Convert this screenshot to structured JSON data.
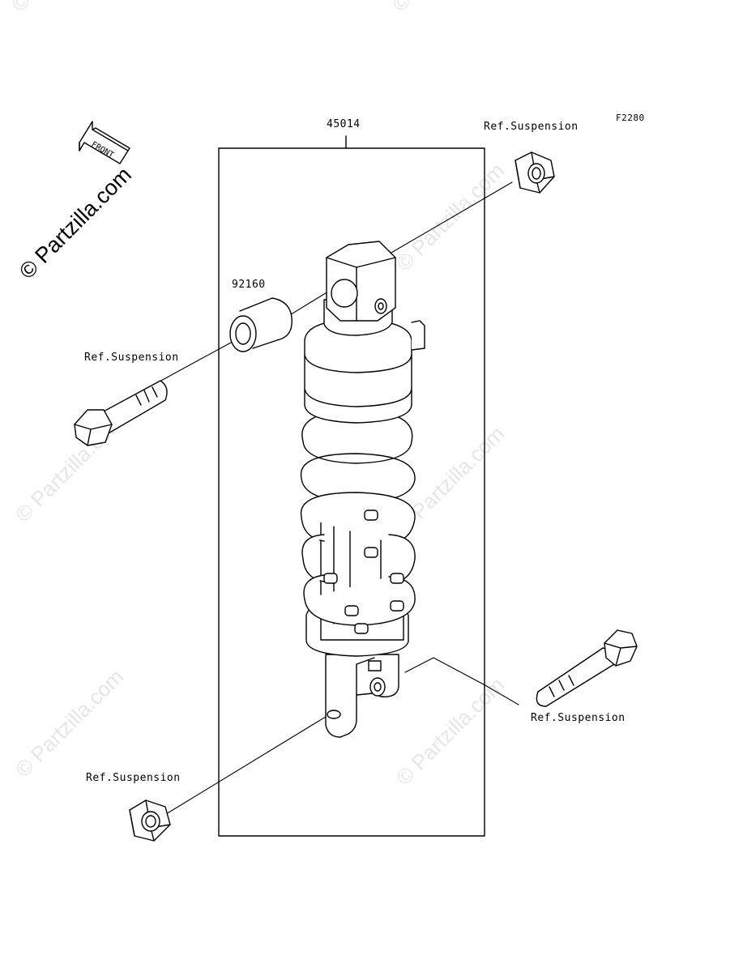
{
  "diagram_code": "F2280",
  "front_label": "FRONT",
  "watermark": "© Partzilla.com",
  "parts": {
    "shock_absorber": "45014",
    "collar": "92160"
  },
  "callouts": {
    "top_nut": "Ref.Suspension",
    "top_bolt": "Ref.Suspension",
    "bottom_bolt": "Ref.Suspension",
    "bottom_nut": "Ref.Suspension"
  }
}
